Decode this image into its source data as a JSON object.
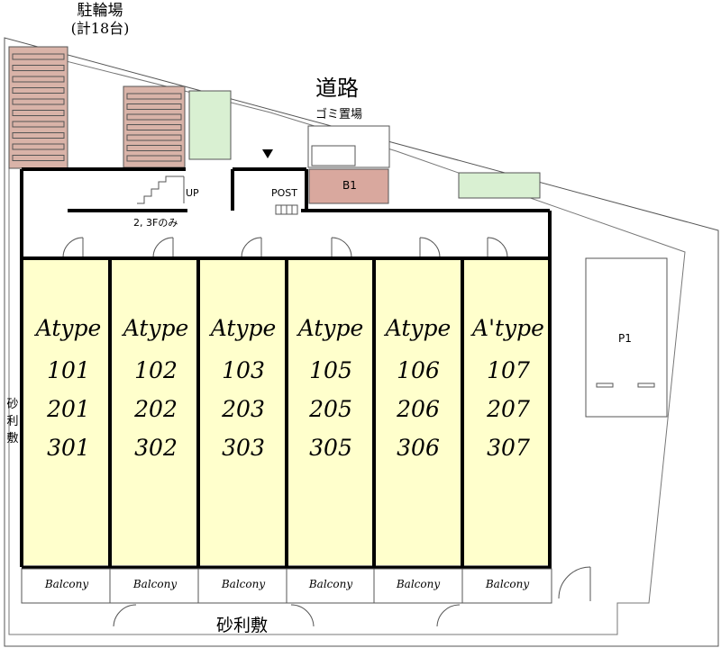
{
  "labels": {
    "bicycle_parking": "駐輪場",
    "bicycle_count": "(計18台)",
    "road": "道路",
    "garbage": "ゴミ置場",
    "stairs_up": "UP",
    "post": "POST",
    "b1": "B1",
    "floors_note": "2, 3Fのみ",
    "p1": "P1",
    "gravel_side": "砂利敷",
    "gravel_bottom": "砂利敷"
  },
  "units": [
    {
      "type": "Atype",
      "rooms": [
        "101",
        "201",
        "301"
      ]
    },
    {
      "type": "Atype",
      "rooms": [
        "102",
        "202",
        "302"
      ]
    },
    {
      "type": "Atype",
      "rooms": [
        "103",
        "203",
        "303"
      ]
    },
    {
      "type": "Atype",
      "rooms": [
        "105",
        "205",
        "305"
      ]
    },
    {
      "type": "Atype",
      "rooms": [
        "106",
        "206",
        "306"
      ]
    },
    {
      "type": "A'type",
      "rooms": [
        "107",
        "207",
        "307"
      ]
    }
  ],
  "balconies": [
    "Balcony",
    "Balcony",
    "Balcony",
    "Balcony",
    "Balcony",
    "Balcony"
  ],
  "colors": {
    "unit_fill": "#ffffcc",
    "bike_rack": "#d9b3a8",
    "b1_fill": "#d9a89e",
    "planter": "#d9f0d2",
    "wall": "#000000",
    "lines": "#555555"
  }
}
